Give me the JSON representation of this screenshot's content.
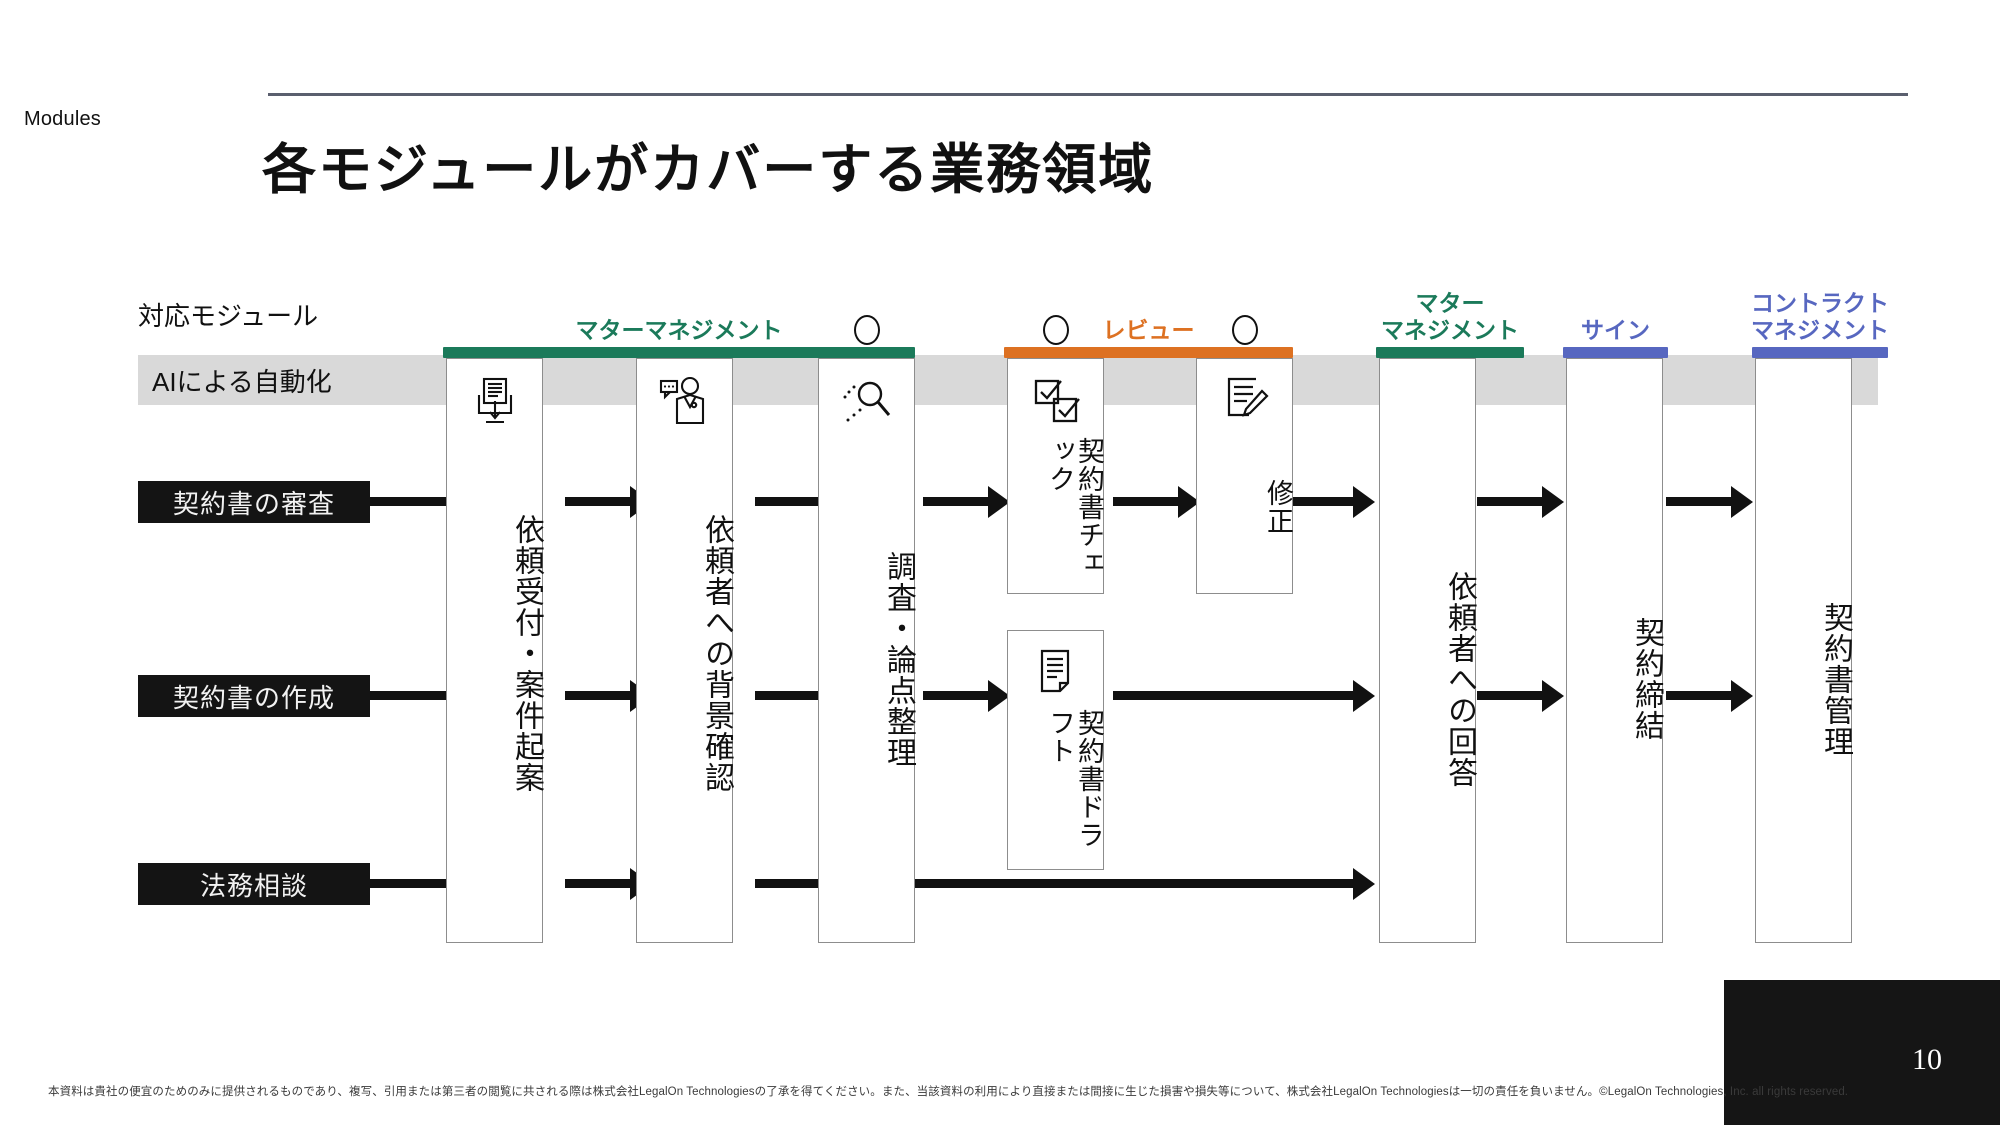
{
  "header": {
    "eyebrow": "Modules",
    "title": "各モジュールがカバーする業務領域"
  },
  "colors": {
    "matter_green": "#1B7A5A",
    "review_orange": "#DD7122",
    "sign_blue": "#5767C0",
    "contract_blue": "#5767C0",
    "band_gray": "#D9D9D9",
    "badge_black": "#141414",
    "rule_gray": "#5A5F6E"
  },
  "legend": {
    "module_row_label": "対応モジュール",
    "automation_row_label": "AIによる自動化"
  },
  "modules": [
    {
      "id": "matter-management-left",
      "label": "マターマネジメント",
      "color_key": "matter_green",
      "color": "#1B7A5A"
    },
    {
      "id": "review",
      "label": "レビュー",
      "color_key": "review_orange",
      "color": "#DD7122"
    },
    {
      "id": "matter-management-right",
      "label": "マター\nマネジメント",
      "label_line1": "マター",
      "label_line2": "マネジメント",
      "color_key": "matter_green",
      "color": "#1B7A5A"
    },
    {
      "id": "sign",
      "label": "サイン",
      "color_key": "sign_blue",
      "color": "#5767C0"
    },
    {
      "id": "contract-management",
      "label": "コントラクト\nマネジメント",
      "label_line1": "コントラクト",
      "label_line2": "マネジメント",
      "color_key": "contract_blue",
      "color": "#5767C0"
    }
  ],
  "row_badges": [
    {
      "id": "contract-review",
      "label": "契約書の審査"
    },
    {
      "id": "contract-drafting",
      "label": "契約書の作成"
    },
    {
      "id": "legal-consultation",
      "label": "法務相談"
    }
  ],
  "stages": [
    {
      "id": "intake",
      "label": "依頼受付・案件起案",
      "icon": "document-download-icon",
      "ai_automation": false
    },
    {
      "id": "background-check",
      "label": "依頼者への背景確認",
      "icon": "person-chat-icon",
      "ai_automation": false
    },
    {
      "id": "research",
      "label": "調査・論点整理",
      "icon": "magnifier-search-icon",
      "ai_automation": true
    },
    {
      "id": "contract-check",
      "label": "契約書チェック",
      "icon": "checklist-icon",
      "ai_automation": true
    },
    {
      "id": "revision",
      "label": "修正",
      "icon": "document-edit-icon",
      "ai_automation": true
    },
    {
      "id": "contract-draft",
      "label": "契約書ドラフト",
      "icon": "document-page-icon",
      "ai_automation": false
    },
    {
      "id": "reply-to-requester",
      "label": "依頼者への回答",
      "icon": "none",
      "ai_automation": false
    },
    {
      "id": "contract-conclusion",
      "label": "契約締結",
      "icon": "none",
      "ai_automation": false
    },
    {
      "id": "contract-management",
      "label": "契約書管理",
      "icon": "none",
      "ai_automation": false
    }
  ],
  "footer": {
    "page_number": "10",
    "disclaimer": "本資料は貴社の便宜のためのみに提供されるものであり、複写、引用または第三者の閲覧に共される際は株式会社LegalOn Technologiesの了承を得てください。また、当該資料の利用により直接または間接に生じた損害や損失等について、株式会社LegalOn Technologiesは一切の責任を負いません。©LegalOn Technologies, Inc. all rights reserved."
  }
}
